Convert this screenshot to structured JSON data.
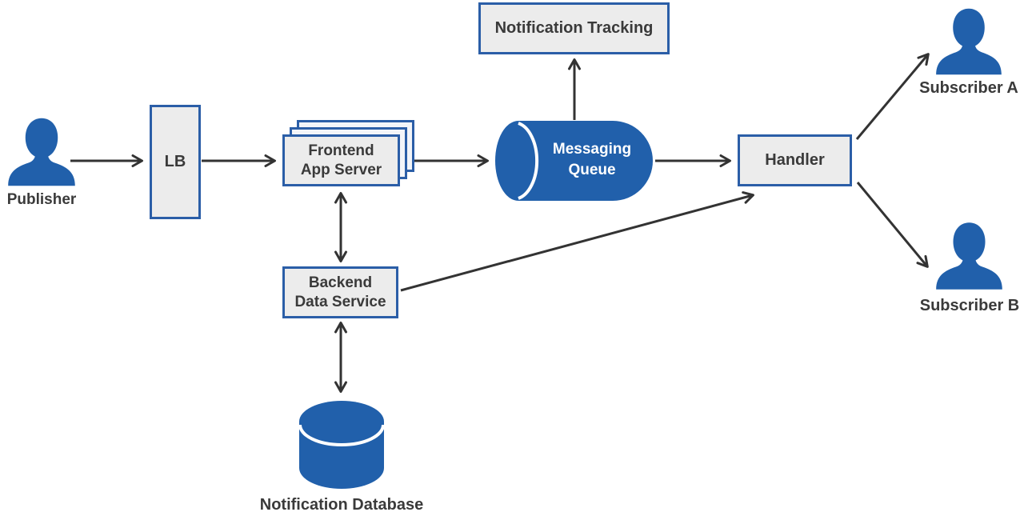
{
  "diagram": {
    "type": "system-architecture-flow",
    "colors": {
      "primary_blue": "#2160ab",
      "node_fill": "#ececec",
      "stack_back_fill": "#f3f5f9",
      "node_border": "#2b5ea7",
      "arrow": "#333333",
      "label_text": "#3a3a3a",
      "queue_text": "#ffffff"
    },
    "nodes": {
      "publisher": {
        "label": "Publisher",
        "icon": "person-icon"
      },
      "lb": {
        "label": "LB",
        "shape": "rectangle"
      },
      "frontend": {
        "label": "Frontend App Server",
        "line1": "Frontend",
        "line2": "App Server",
        "shape": "stacked-rectangles"
      },
      "messaging_queue": {
        "label": "Messaging Queue",
        "line1": "Messaging",
        "line2": "Queue",
        "shape": "horizontal-cylinder"
      },
      "notification_tracking": {
        "label": "Notification Tracking",
        "shape": "rectangle"
      },
      "handler": {
        "label": "Handler",
        "shape": "rectangle"
      },
      "subscriber_a": {
        "label": "Subscriber A",
        "icon": "person-icon"
      },
      "subscriber_b": {
        "label": "Subscriber B",
        "icon": "person-icon"
      },
      "backend": {
        "label": "Backend Data Service",
        "line1": "Backend",
        "line2": "Data Service",
        "shape": "rectangle"
      },
      "notification_database": {
        "label": "Notification Database",
        "shape": "vertical-cylinder"
      }
    },
    "edges": [
      {
        "from": "Publisher",
        "to": "LB",
        "arrow": "single"
      },
      {
        "from": "LB",
        "to": "Frontend App Server",
        "arrow": "single"
      },
      {
        "from": "Frontend App Server",
        "to": "Messaging Queue",
        "arrow": "single"
      },
      {
        "from": "Messaging Queue",
        "to": "Notification Tracking",
        "arrow": "single"
      },
      {
        "from": "Messaging Queue",
        "to": "Handler",
        "arrow": "single"
      },
      {
        "from": "Handler",
        "to": "Subscriber A",
        "arrow": "single"
      },
      {
        "from": "Handler",
        "to": "Subscriber B",
        "arrow": "single"
      },
      {
        "from": "Frontend App Server",
        "to": "Backend Data Service",
        "arrow": "double"
      },
      {
        "from": "Backend Data Service",
        "to": "Notification Database",
        "arrow": "double"
      },
      {
        "from": "Backend Data Service",
        "to": "Handler",
        "arrow": "single"
      }
    ]
  }
}
